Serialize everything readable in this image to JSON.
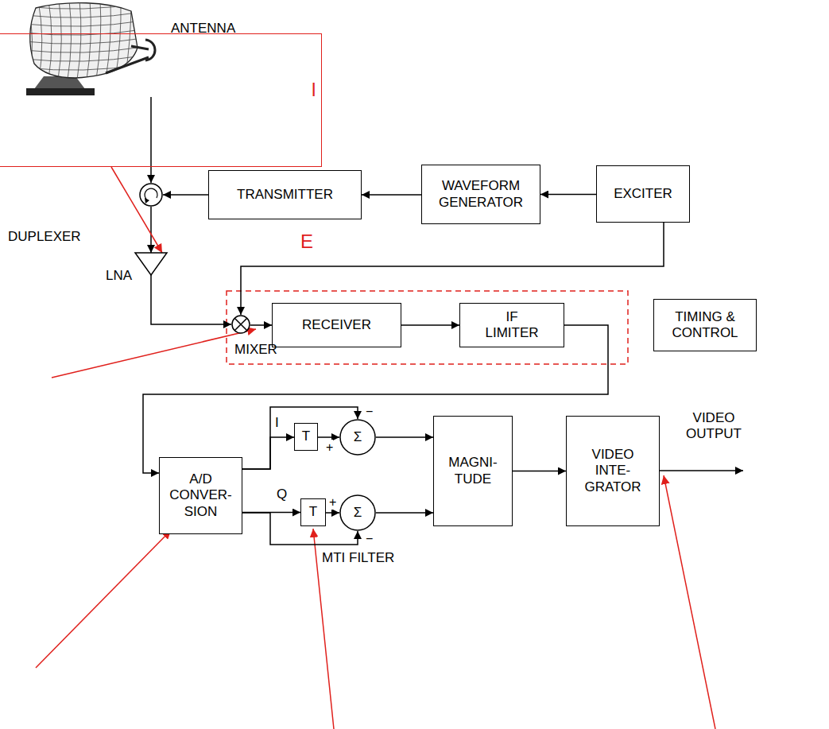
{
  "diagram": {
    "nodes": [
      {
        "text": [
          "ANTENNA"
        ]
      },
      {
        "text": [
          "l"
        ]
      },
      {
        "text": [
          "DUPLEXER"
        ]
      },
      {
        "text": [
          "TRANSMITTER"
        ]
      },
      {
        "text": [
          "WAVEFORM GENERATOR"
        ]
      },
      {
        "text": [
          "EXCITER"
        ]
      },
      {
        "text": [
          "LNA"
        ]
      },
      {
        "text": [
          "MIXER"
        ]
      },
      {
        "text": [
          "RECEIVER"
        ]
      },
      {
        "text": [
          "IF LIMITER"
        ]
      },
      {
        "text": [
          "TIMING & CONTROL"
        ]
      },
      {
        "text": [
          "A/D CONVER- SION"
        ]
      },
      {
        "text": [
          "T"
        ]
      },
      {
        "text": [
          "Σ"
        ]
      },
      {
        "text": [
          "T"
        ]
      },
      {
        "text": [
          "Σ"
        ]
      },
      {
        "text": [
          "MAGNI- TUDE"
        ]
      },
      {
        "text": [
          "VIDEO INTE- GRATOR"
        ]
      }
    ],
    "edges": [
      {
        "from": 0,
        "to": 2,
        "arrow": "to"
      },
      {
        "from": 3,
        "to": 2,
        "arrow": "to"
      },
      {
        "from": 4,
        "to": 3,
        "arrow": "to"
      },
      {
        "from": 5,
        "to": 4,
        "arrow": "to"
      },
      {
        "from": 2,
        "to": 6,
        "arrow": "to"
      },
      {
        "from": 1,
        "to": 6,
        "arrow": "to"
      },
      {
        "from": 6,
        "to": 7,
        "arrow": "to"
      },
      {
        "from": 5,
        "to": 7,
        "arrow": "to"
      },
      {
        "from": 7,
        "to": 8,
        "arrow": "to"
      },
      {
        "from": 8,
        "to": 9,
        "arrow": "to"
      },
      {
        "from": 9,
        "to": 11,
        "arrow": "to"
      },
      {
        "from": 11,
        "to": 12,
        "arrow": "to"
      },
      {
        "from": 11,
        "to": 13,
        "arrow": "to"
      },
      {
        "from": 12,
        "to": 13,
        "arrow": "to"
      },
      {
        "from": 11,
        "to": 14,
        "arrow": "to"
      },
      {
        "from": 11,
        "to": 15,
        "arrow": "to"
      },
      {
        "from": 14,
        "to": 15,
        "arrow": "to"
      },
      {
        "from": 13,
        "to": 16,
        "arrow": "to"
      },
      {
        "from": 15,
        "to": 16,
        "arrow": "to"
      },
      {
        "from": 16,
        "to": 17,
        "arrow": "to"
      }
    ],
    "labels": [
      "I",
      "Q",
      "+",
      "−",
      "+",
      "−",
      "MTI FILTER",
      "VIDEO OUTPUT",
      "E"
    ]
  }
}
